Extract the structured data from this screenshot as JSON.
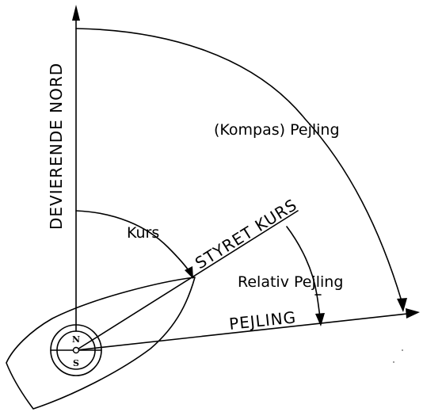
{
  "labels": {
    "deviating_north": "DEVIERENDE NORD",
    "compass_bearing": "(Kompas) Pejling",
    "steered_course_label": "STYRET KURS",
    "course": "Kurs",
    "relative_bearing": "Relativ Pejling",
    "bearing_line": "PEJLING",
    "compass_north": "N",
    "compass_south": "S"
  },
  "colors": {
    "ink": "#000000",
    "background": "#ffffff"
  }
}
